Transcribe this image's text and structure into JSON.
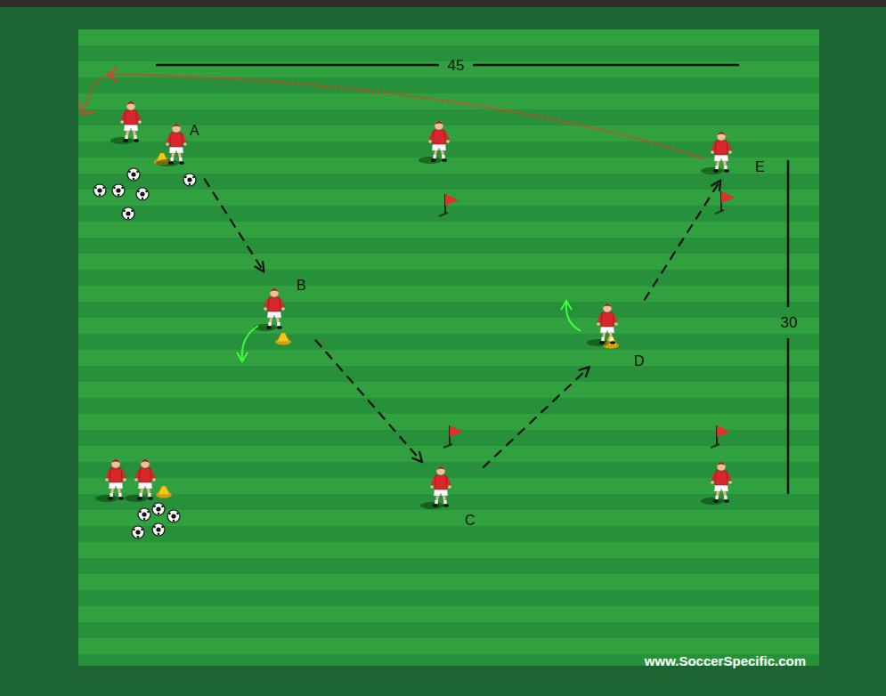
{
  "diagram": {
    "nodes": [
      {
        "text": [
          "A"
        ]
      },
      {
        "text": [
          "B"
        ]
      },
      {
        "text": [
          "C"
        ]
      },
      {
        "text": [
          "D"
        ]
      },
      {
        "text": [
          "E"
        ]
      }
    ],
    "edges": [
      {
        "from": 0,
        "to": 1,
        "arrow": "to"
      },
      {
        "from": 1,
        "to": 2,
        "arrow": "to"
      },
      {
        "from": 2,
        "to": 3,
        "arrow": "to"
      },
      {
        "from": 3,
        "to": 4,
        "arrow": "to"
      }
    ],
    "labels": [
      "45",
      "30",
      "www.SoccerSpecific.com"
    ]
  }
}
